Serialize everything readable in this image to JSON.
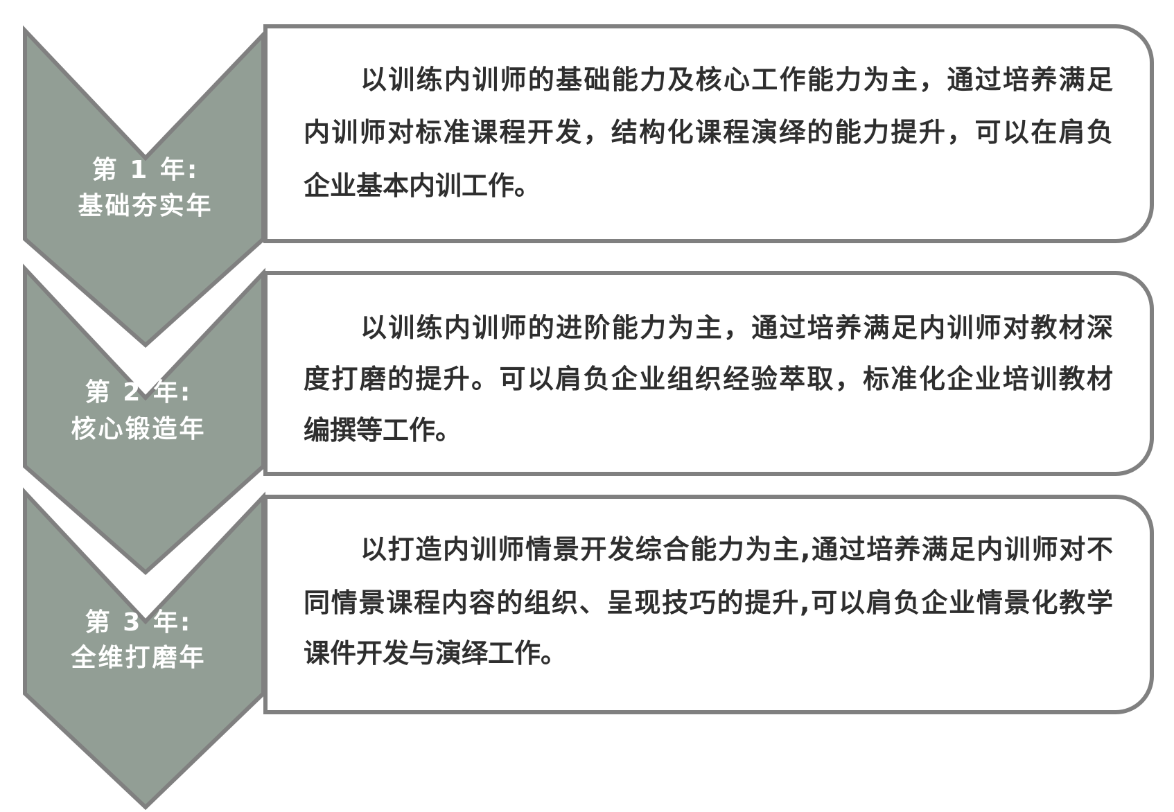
{
  "colors": {
    "chevron_fill": "#929e95",
    "outline": "#808080",
    "text": "#2e2e2e",
    "label_text": "#ffffff"
  },
  "stages": [
    {
      "year_label": "第 1 年:",
      "stage_name": "基础夯实年",
      "lines": [
        "以训练内训师的基础能力及核心工作能力为主，通过培养满足",
        "内训师对标准课程开发，结构化课程演绎的能力提升，可以在肩负",
        "企业基本内训工作。"
      ]
    },
    {
      "year_label": "第 2 年:",
      "stage_name": "核心锻造年",
      "lines": [
        "以训练内训师的进阶能力为主，通过培养满足内训师对教材深",
        "度打磨的提升。可以肩负企业组织经验萃取，标准化企业培训教材",
        "编撰等工作。"
      ]
    },
    {
      "year_label": "第 3 年:",
      "stage_name": "全维打磨年",
      "lines": [
        "以打造内训师情景开发综合能力为主,通过培养满足内训师对不",
        "同情景课程内容的组织、呈现技巧的提升,可以肩负企业情景化教学",
        "课件开发与演绎工作。"
      ]
    }
  ]
}
